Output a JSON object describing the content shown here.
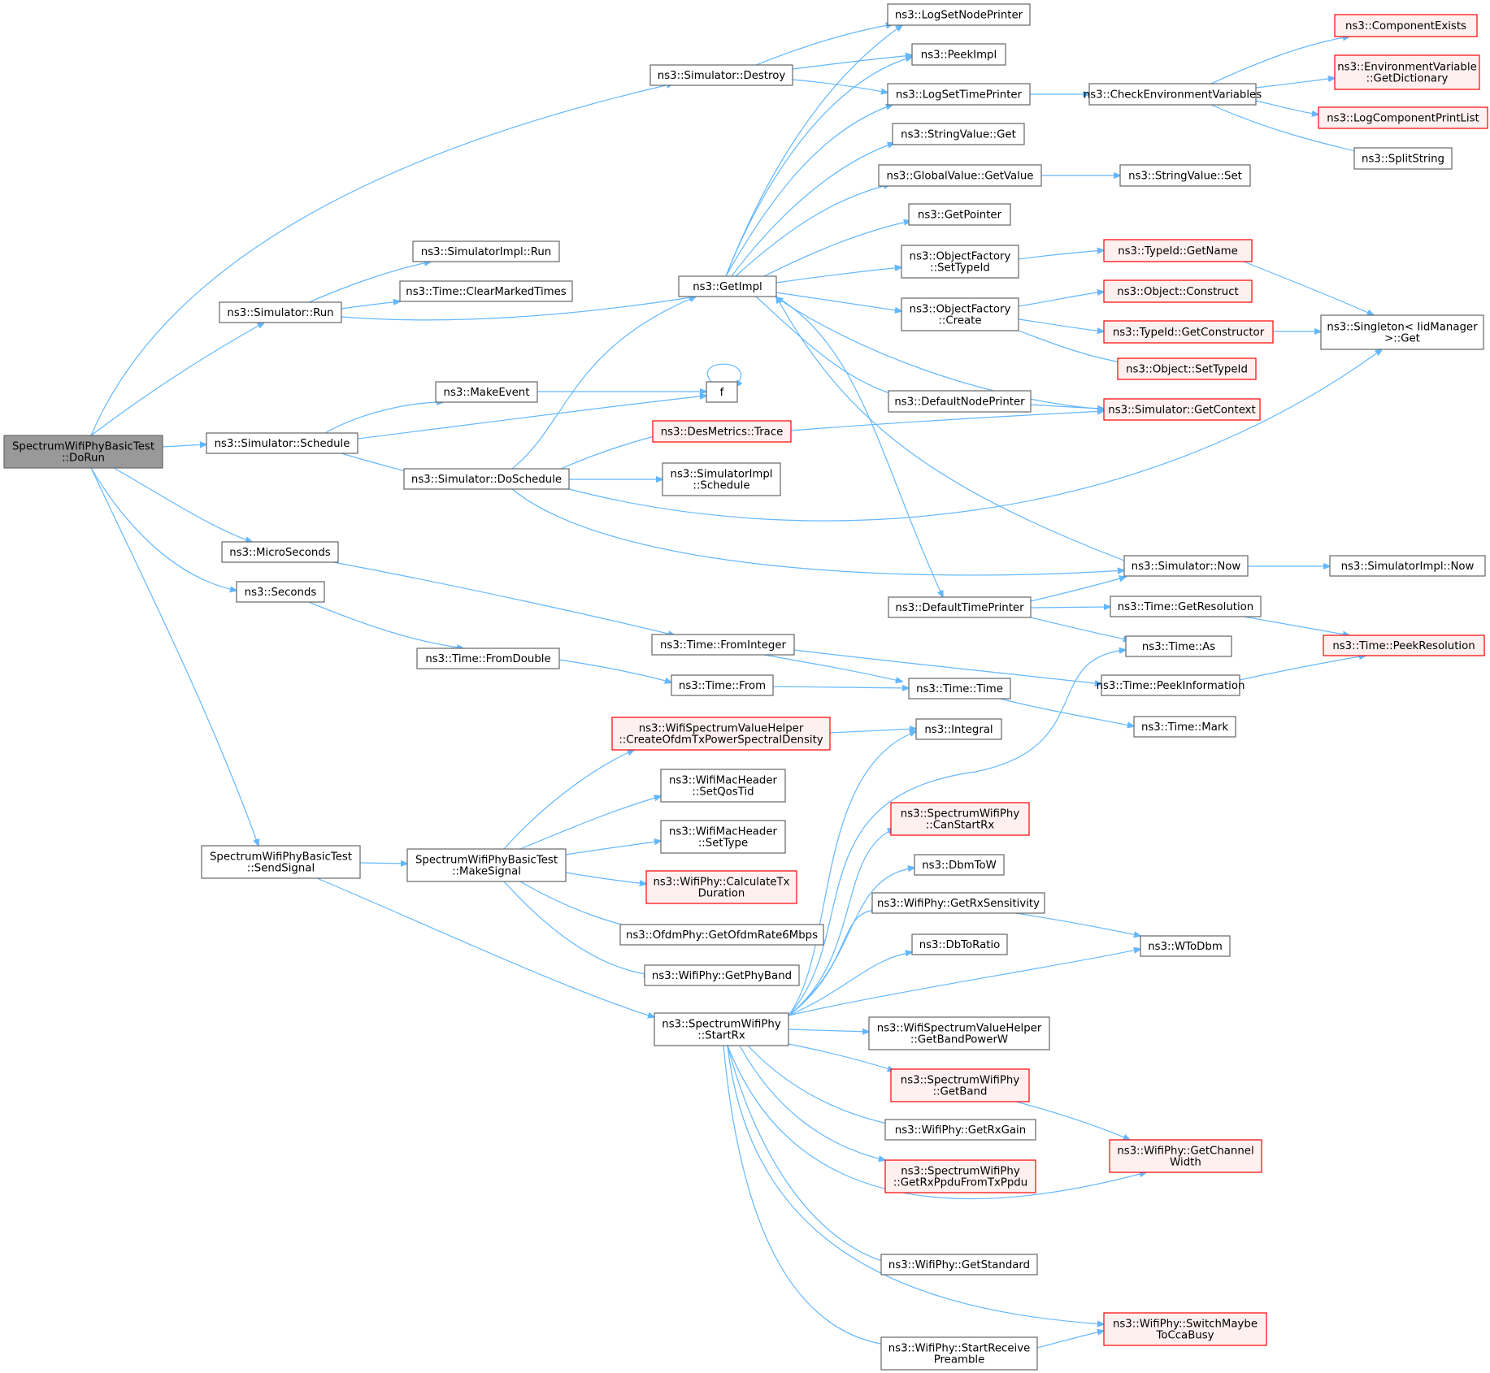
{
  "nodes": [
    {
      "id": "dorun",
      "lines": [
        "SpectrumWifiPhyBasicTest",
        "::DoRun"
      ],
      "style": "focus"
    },
    {
      "id": "simDestroy",
      "lines": [
        "ns3::Simulator::Destroy"
      ],
      "style": "normal"
    },
    {
      "id": "simRun",
      "lines": [
        "ns3::Simulator::Run"
      ],
      "style": "normal"
    },
    {
      "id": "simImplRun",
      "lines": [
        "ns3::SimulatorImpl::Run"
      ],
      "style": "normal"
    },
    {
      "id": "clearMarked",
      "lines": [
        "ns3::Time::ClearMarkedTimes"
      ],
      "style": "normal"
    },
    {
      "id": "getImpl",
      "lines": [
        "ns3::GetImpl"
      ],
      "style": "normal"
    },
    {
      "id": "logSetNodePrinter",
      "lines": [
        "ns3::LogSetNodePrinter"
      ],
      "style": "normal"
    },
    {
      "id": "peekImpl",
      "lines": [
        "ns3::PeekImpl"
      ],
      "style": "normal"
    },
    {
      "id": "logSetTimePrinter",
      "lines": [
        "ns3::LogSetTimePrinter"
      ],
      "style": "normal"
    },
    {
      "id": "checkEnv",
      "lines": [
        "ns3::CheckEnvironmentVariables"
      ],
      "style": "normal"
    },
    {
      "id": "componentExists",
      "lines": [
        "ns3::ComponentExists"
      ],
      "style": "red"
    },
    {
      "id": "envGetDict",
      "lines": [
        "ns3::EnvironmentVariable",
        "::GetDictionary"
      ],
      "style": "red"
    },
    {
      "id": "logCompPrint",
      "lines": [
        "ns3::LogComponentPrintList"
      ],
      "style": "red"
    },
    {
      "id": "splitString",
      "lines": [
        "ns3::SplitString"
      ],
      "style": "normal"
    },
    {
      "id": "stringValueGet",
      "lines": [
        "ns3::StringValue::Get"
      ],
      "style": "normal"
    },
    {
      "id": "globalGetValue",
      "lines": [
        "ns3::GlobalValue::GetValue"
      ],
      "style": "normal"
    },
    {
      "id": "stringValueSet",
      "lines": [
        "ns3::StringValue::Set"
      ],
      "style": "normal"
    },
    {
      "id": "getPointer",
      "lines": [
        "ns3::GetPointer"
      ],
      "style": "normal"
    },
    {
      "id": "ofSetTypeId",
      "lines": [
        "ns3::ObjectFactory",
        "::SetTypeId"
      ],
      "style": "normal"
    },
    {
      "id": "typeIdGetName",
      "lines": [
        "ns3::TypeId::GetName"
      ],
      "style": "red"
    },
    {
      "id": "ofCreate",
      "lines": [
        "ns3::ObjectFactory",
        "::Create"
      ],
      "style": "normal"
    },
    {
      "id": "objConstruct",
      "lines": [
        "ns3::Object::Construct"
      ],
      "style": "red"
    },
    {
      "id": "typeIdGetCtor",
      "lines": [
        "ns3::TypeId::GetConstructor"
      ],
      "style": "red"
    },
    {
      "id": "singletonGet",
      "lines": [
        "ns3::Singleton< IidManager",
        ">::Get"
      ],
      "style": "normal"
    },
    {
      "id": "objSetTypeId",
      "lines": [
        "ns3::Object::SetTypeId"
      ],
      "style": "red"
    },
    {
      "id": "defNodePrinter",
      "lines": [
        "ns3::DefaultNodePrinter"
      ],
      "style": "normal"
    },
    {
      "id": "simGetContext",
      "lines": [
        "ns3::Simulator::GetContext"
      ],
      "style": "red"
    },
    {
      "id": "makeEvent",
      "lines": [
        "ns3::MakeEvent"
      ],
      "style": "normal"
    },
    {
      "id": "f",
      "lines": [
        "f"
      ],
      "style": "normal"
    },
    {
      "id": "simSchedule",
      "lines": [
        "ns3::Simulator::Schedule"
      ],
      "style": "normal"
    },
    {
      "id": "desTrace",
      "lines": [
        "ns3::DesMetrics::Trace"
      ],
      "style": "red"
    },
    {
      "id": "simDoSchedule",
      "lines": [
        "ns3::Simulator::DoSchedule"
      ],
      "style": "normal"
    },
    {
      "id": "simImplSchedule",
      "lines": [
        "ns3::SimulatorImpl",
        "::Schedule"
      ],
      "style": "normal"
    },
    {
      "id": "microSeconds",
      "lines": [
        "ns3::MicroSeconds"
      ],
      "style": "normal"
    },
    {
      "id": "simNow",
      "lines": [
        "ns3::Simulator::Now"
      ],
      "style": "normal"
    },
    {
      "id": "simImplNow",
      "lines": [
        "ns3::SimulatorImpl::Now"
      ],
      "style": "normal"
    },
    {
      "id": "seconds",
      "lines": [
        "ns3::Seconds"
      ],
      "style": "normal"
    },
    {
      "id": "defTimePrinter",
      "lines": [
        "ns3::DefaultTimePrinter"
      ],
      "style": "normal"
    },
    {
      "id": "timeGetRes",
      "lines": [
        "ns3::Time::GetResolution"
      ],
      "style": "normal"
    },
    {
      "id": "timeFromInteger",
      "lines": [
        "ns3::Time::FromInteger"
      ],
      "style": "normal"
    },
    {
      "id": "timeAs",
      "lines": [
        "ns3::Time::As"
      ],
      "style": "normal"
    },
    {
      "id": "timePeekRes",
      "lines": [
        "ns3::Time::PeekResolution"
      ],
      "style": "red"
    },
    {
      "id": "timeFromDouble",
      "lines": [
        "ns3::Time::FromDouble"
      ],
      "style": "normal"
    },
    {
      "id": "timePeekInfo",
      "lines": [
        "ns3::Time::PeekInformation"
      ],
      "style": "normal"
    },
    {
      "id": "timeFrom",
      "lines": [
        "ns3::Time::From"
      ],
      "style": "normal"
    },
    {
      "id": "timeTime",
      "lines": [
        "ns3::Time::Time"
      ],
      "style": "normal"
    },
    {
      "id": "timeMark",
      "lines": [
        "ns3::Time::Mark"
      ],
      "style": "normal"
    },
    {
      "id": "createOfdm",
      "lines": [
        "ns3::WifiSpectrumValueHelper",
        "::CreateOfdmTxPowerSpectralDensity"
      ],
      "style": "red"
    },
    {
      "id": "integral",
      "lines": [
        "ns3::Integral"
      ],
      "style": "normal"
    },
    {
      "id": "setQosTid",
      "lines": [
        "ns3::WifiMacHeader",
        "::SetQosTid"
      ],
      "style": "normal"
    },
    {
      "id": "canStartRx",
      "lines": [
        "ns3::SpectrumWifiPhy",
        "::CanStartRx"
      ],
      "style": "red"
    },
    {
      "id": "setType",
      "lines": [
        "ns3::WifiMacHeader",
        "::SetType"
      ],
      "style": "normal"
    },
    {
      "id": "dbmToW",
      "lines": [
        "ns3::DbmToW"
      ],
      "style": "normal"
    },
    {
      "id": "sendSignal",
      "lines": [
        "SpectrumWifiPhyBasicTest",
        "::SendSignal"
      ],
      "style": "normal"
    },
    {
      "id": "makeSignal",
      "lines": [
        "SpectrumWifiPhyBasicTest",
        "::MakeSignal"
      ],
      "style": "normal"
    },
    {
      "id": "calcTxDur",
      "lines": [
        "ns3::WifiPhy::CalculateTx",
        "Duration"
      ],
      "style": "red"
    },
    {
      "id": "getRxSens",
      "lines": [
        "ns3::WifiPhy::GetRxSensitivity"
      ],
      "style": "normal"
    },
    {
      "id": "ofdmRate",
      "lines": [
        "ns3::OfdmPhy::GetOfdmRate6Mbps"
      ],
      "style": "normal"
    },
    {
      "id": "dbToRatio",
      "lines": [
        "ns3::DbToRatio"
      ],
      "style": "normal"
    },
    {
      "id": "wToDbm",
      "lines": [
        "ns3::WToDbm"
      ],
      "style": "normal"
    },
    {
      "id": "getPhyBand",
      "lines": [
        "ns3::WifiPhy::GetPhyBand"
      ],
      "style": "normal"
    },
    {
      "id": "startRx",
      "lines": [
        "ns3::SpectrumWifiPhy",
        "::StartRx"
      ],
      "style": "normal"
    },
    {
      "id": "getBandPowerW",
      "lines": [
        "ns3::WifiSpectrumValueHelper",
        "::GetBandPowerW"
      ],
      "style": "normal"
    },
    {
      "id": "getBand",
      "lines": [
        "ns3::SpectrumWifiPhy",
        "::GetBand"
      ],
      "style": "red"
    },
    {
      "id": "getRxGain",
      "lines": [
        "ns3::WifiPhy::GetRxGain"
      ],
      "style": "normal"
    },
    {
      "id": "getChanWidth",
      "lines": [
        "ns3::WifiPhy::GetChannel",
        "Width"
      ],
      "style": "red"
    },
    {
      "id": "getRxPpdu",
      "lines": [
        "ns3::SpectrumWifiPhy",
        "::GetRxPpduFromTxPpdu"
      ],
      "style": "red"
    },
    {
      "id": "getStandard",
      "lines": [
        "ns3::WifiPhy::GetStandard"
      ],
      "style": "normal"
    },
    {
      "id": "switchCca",
      "lines": [
        "ns3::WifiPhy::SwitchMaybe",
        "ToCcaBusy"
      ],
      "style": "red"
    },
    {
      "id": "startPreamble",
      "lines": [
        "ns3::WifiPhy::StartReceive",
        "Preamble"
      ],
      "style": "normal"
    }
  ]
}
